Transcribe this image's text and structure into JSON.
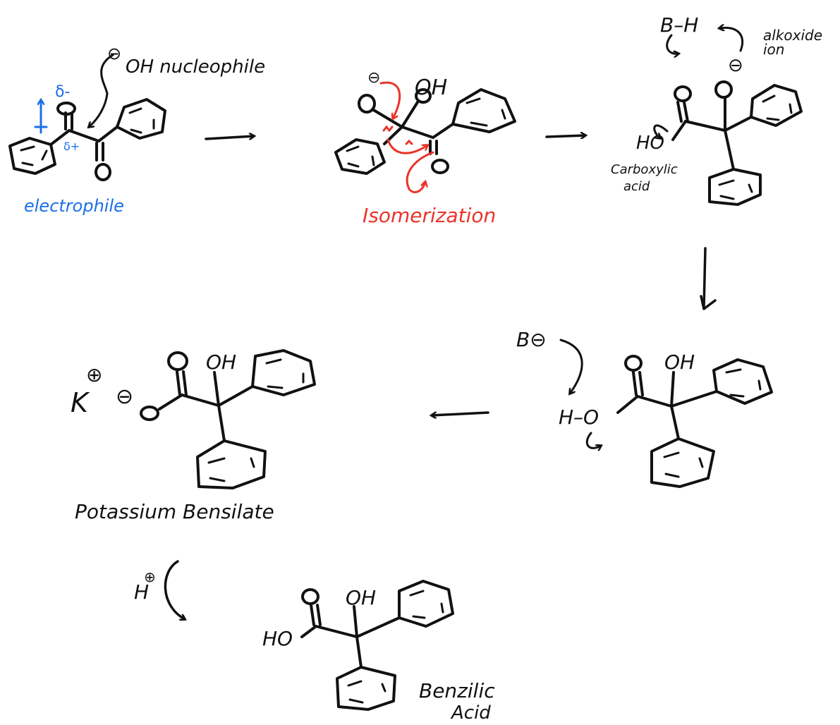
{
  "colors": {
    "ink": "#111111",
    "nucleophile_accent": "#1a6fe8",
    "isomerization_accent": "#e8342a"
  },
  "step1": {
    "nucleophile_label": "OH nucleophile",
    "charge_minus": "⊖",
    "delta_minus": "δ-",
    "delta_plus": "δ+",
    "oxygen": "O",
    "electrophile_label": "electrophile"
  },
  "step2": {
    "oxide_charge": "⊖",
    "oxygen": "O",
    "hydroxyl": "OH",
    "isomerization_label": "Isomerization"
  },
  "step3": {
    "base_acid": "B–H",
    "alkoxide_label": "alkoxide ion",
    "oxide_charge": "⊖",
    "oxygen": "O",
    "hydroxyl_acid": "HO",
    "carboxylic_label_line1": "Carboxylic",
    "carboxylic_label_line2": "acid"
  },
  "step4": {
    "base": "B⊖",
    "oxygen": "O",
    "hydroxyl": "OH",
    "acid_h": "H–O"
  },
  "step5": {
    "cation": "K",
    "cation_charge": "⊕",
    "oxide_charge": "⊖",
    "oxygen": "O",
    "hydroxyl": "OH",
    "product_label": "Potassium Bensilate"
  },
  "step6": {
    "proton": "H",
    "proton_charge": "⊕",
    "oxygen": "O",
    "hydroxyl": "OH",
    "hydroxyl_acid": "HO",
    "product_label_line1": "Benzilic",
    "product_label_line2": "Acid"
  }
}
